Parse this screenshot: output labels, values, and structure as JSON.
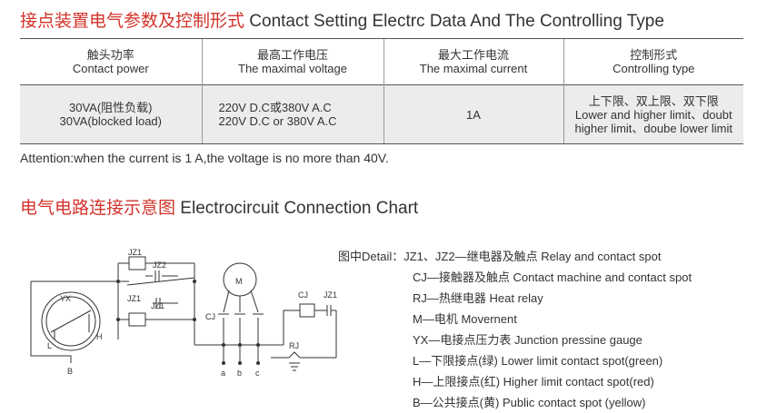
{
  "section1": {
    "title_cn": "接点装置电气参数及控制形式",
    "title_en": "Contact Setting Electrc Data And The Controlling Type"
  },
  "table": {
    "headers": [
      {
        "cn": "触头功率",
        "en": "Contact power"
      },
      {
        "cn": "最高工作电压",
        "en": "The maximal voltage"
      },
      {
        "cn": "最大工作电流",
        "en": "The maximal current"
      },
      {
        "cn": "控制形式",
        "en": "Controlling type"
      }
    ],
    "row": {
      "power": [
        "30VA(阻性负载)",
        "30VA(blocked load)"
      ],
      "voltage": [
        "220V  D.C或380V  A.C",
        "220V  D.C or 380V  A.C"
      ],
      "current": [
        "1A"
      ],
      "control": [
        "上下限、双上限、双下限",
        "Lower and higher limit、doubt",
        "higher limit、doube lower limit"
      ]
    }
  },
  "attention": "Attention:when the current is 1 A,the voltage is no more than 40V.",
  "section2": {
    "title_cn": "电气电路连接示意图",
    "title_en": "Electrocircuit Connection Chart"
  },
  "diagram": {
    "label_jz1": "JZ1",
    "label_jz2": "JZ2",
    "label_yx": "YX",
    "label_l": "L",
    "label_h": "H",
    "label_b": "B",
    "label_m": "M",
    "label_cj": "CJ",
    "label_rj": "RJ",
    "label_a": "a",
    "label_bb": "b",
    "label_c": "c"
  },
  "legend": {
    "items": [
      "图中Detail：JZ1、JZ2—继电器及触点 Relay and contact spot",
      "CJ—接触器及触点 Contact machine and contact spot",
      "RJ—热继电器 Heat relay",
      "M—电机 Movernent",
      "YX—电接点压力表 Junction pressine gauge",
      "L—下限接点(绿) Lower limit contact spot(green)",
      "H—上限接点(红) Higher limit contact spot(red)",
      "B—公共接点(黄) Public contact spot (yellow)"
    ]
  },
  "colors": {
    "accent_red": "#d2332b",
    "text": "#333333",
    "table_row_bg": "#ececec"
  }
}
